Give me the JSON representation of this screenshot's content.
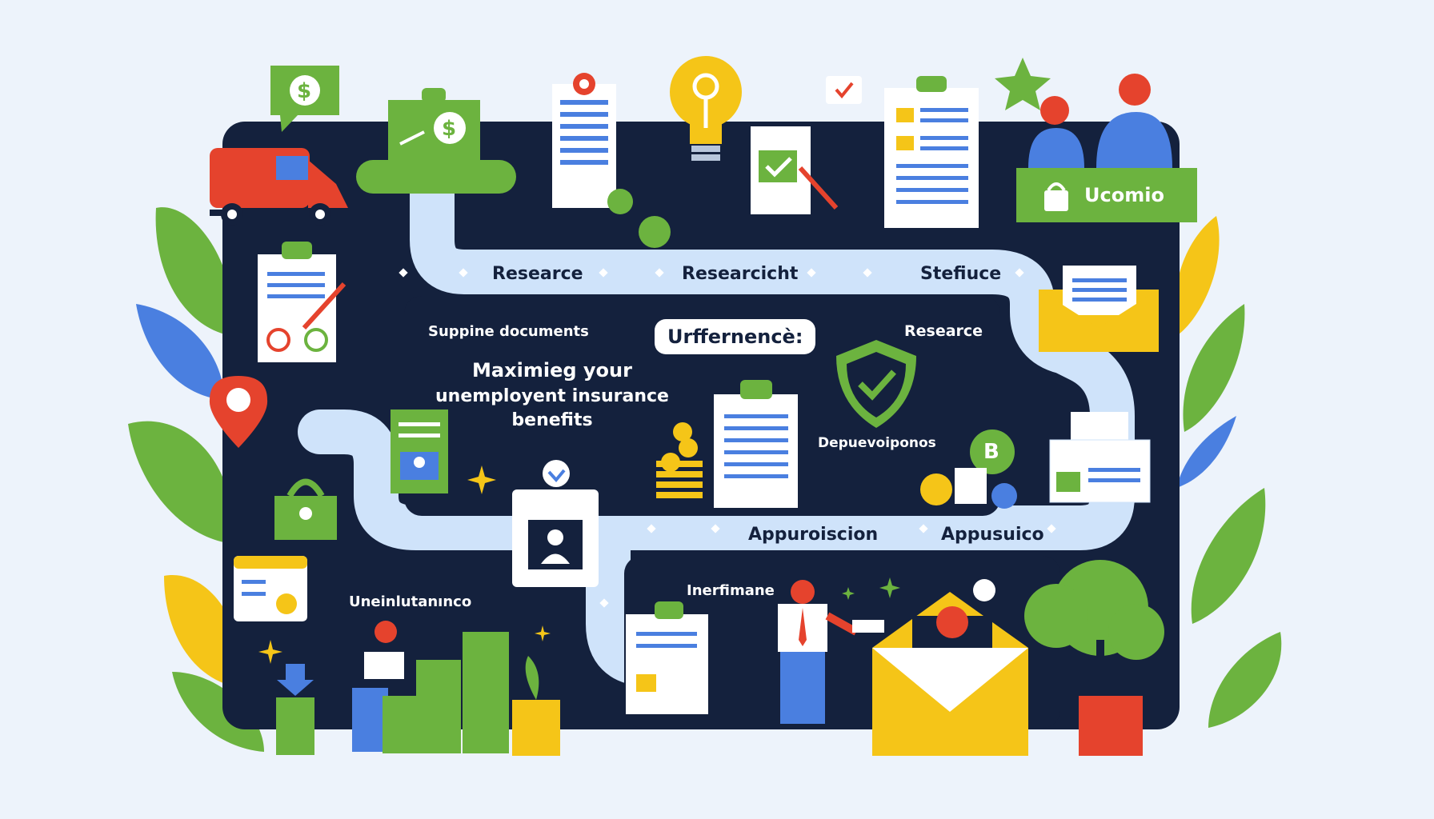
{
  "title_lines": [
    "Maximieg your",
    "unemployent insurance",
    "benefits"
  ],
  "road_labels": {
    "top_left": "Researce",
    "top_middle": "Researcicht",
    "top_right": "Stefiuce",
    "bottom_left": "Appuroiscion",
    "bottom_right": "Appusuico"
  },
  "inner_labels": {
    "supporting": "Suppine documents",
    "research": "Researce",
    "depue": "Depuevoiponos",
    "interview": "Inerfimane",
    "uneins": "Uneinlutanınco"
  },
  "speech_bubble": "Urffernencè:",
  "badge_label": "Ucomio",
  "currency_symbols": {
    "dollar": "$",
    "bitcoin": "B"
  },
  "colors": {
    "background": "#edf3fb",
    "panel": "#14213d",
    "road": "#cfe3fa",
    "green": "#6cb33f",
    "yellow": "#f5c518",
    "red": "#e5432d",
    "blue": "#4a7fe0"
  }
}
